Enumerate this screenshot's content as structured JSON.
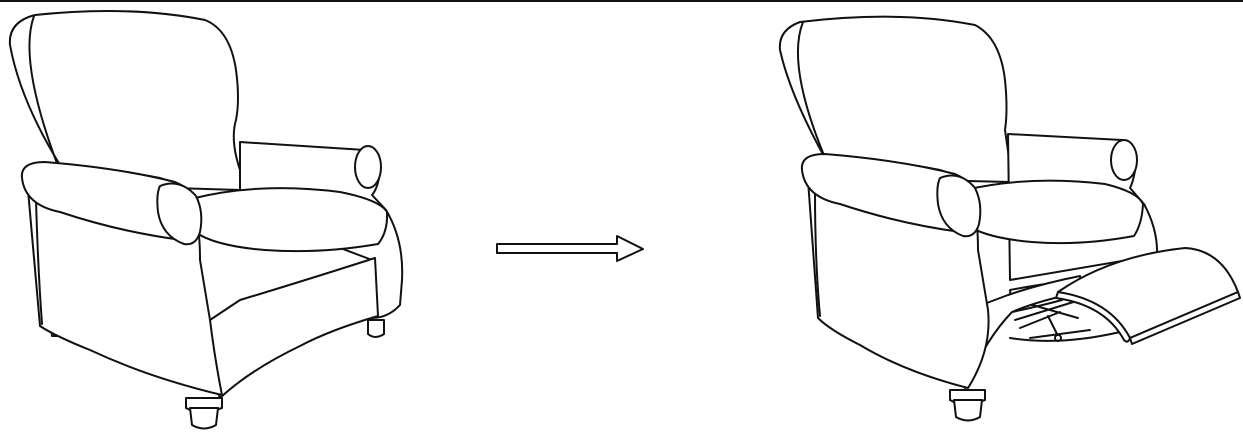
{
  "figure": {
    "panels": [
      {
        "id": "closed",
        "subject": "recliner-chair",
        "state": "upright"
      },
      {
        "id": "open",
        "subject": "recliner-chair",
        "state": "reclined-footrest-extended"
      }
    ],
    "connector": {
      "icon": "right-arrow-icon"
    },
    "colors": {
      "line": "#111111",
      "background": "#ffffff"
    }
  }
}
